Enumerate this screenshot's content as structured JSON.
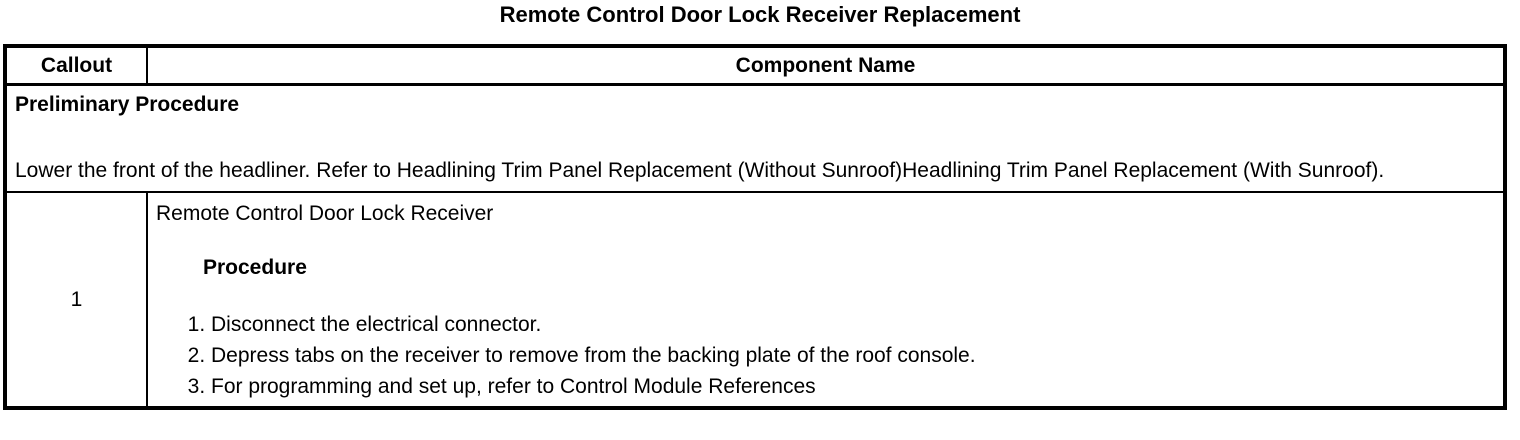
{
  "title": "Remote Control Door Lock Receiver Replacement",
  "table": {
    "headers": {
      "callout": "Callout",
      "component": "Component Name"
    },
    "preliminary": {
      "heading": "Preliminary Procedure",
      "body": "Lower the front of the headliner. Refer to Headlining Trim Panel Replacement (Without Sunroof)Headlining Trim Panel Replacement (With Sunroof)."
    },
    "rows": [
      {
        "callout": "1",
        "component_name": "Remote Control Door Lock Receiver",
        "procedure_label": "Procedure",
        "steps": [
          "Disconnect the electrical connector.",
          "Depress tabs on the receiver to remove from the backing plate of the roof console.",
          "For programming and set up, refer to Control Module References"
        ]
      }
    ]
  },
  "colors": {
    "text": "#000000",
    "background": "#ffffff",
    "border": "#000000"
  }
}
